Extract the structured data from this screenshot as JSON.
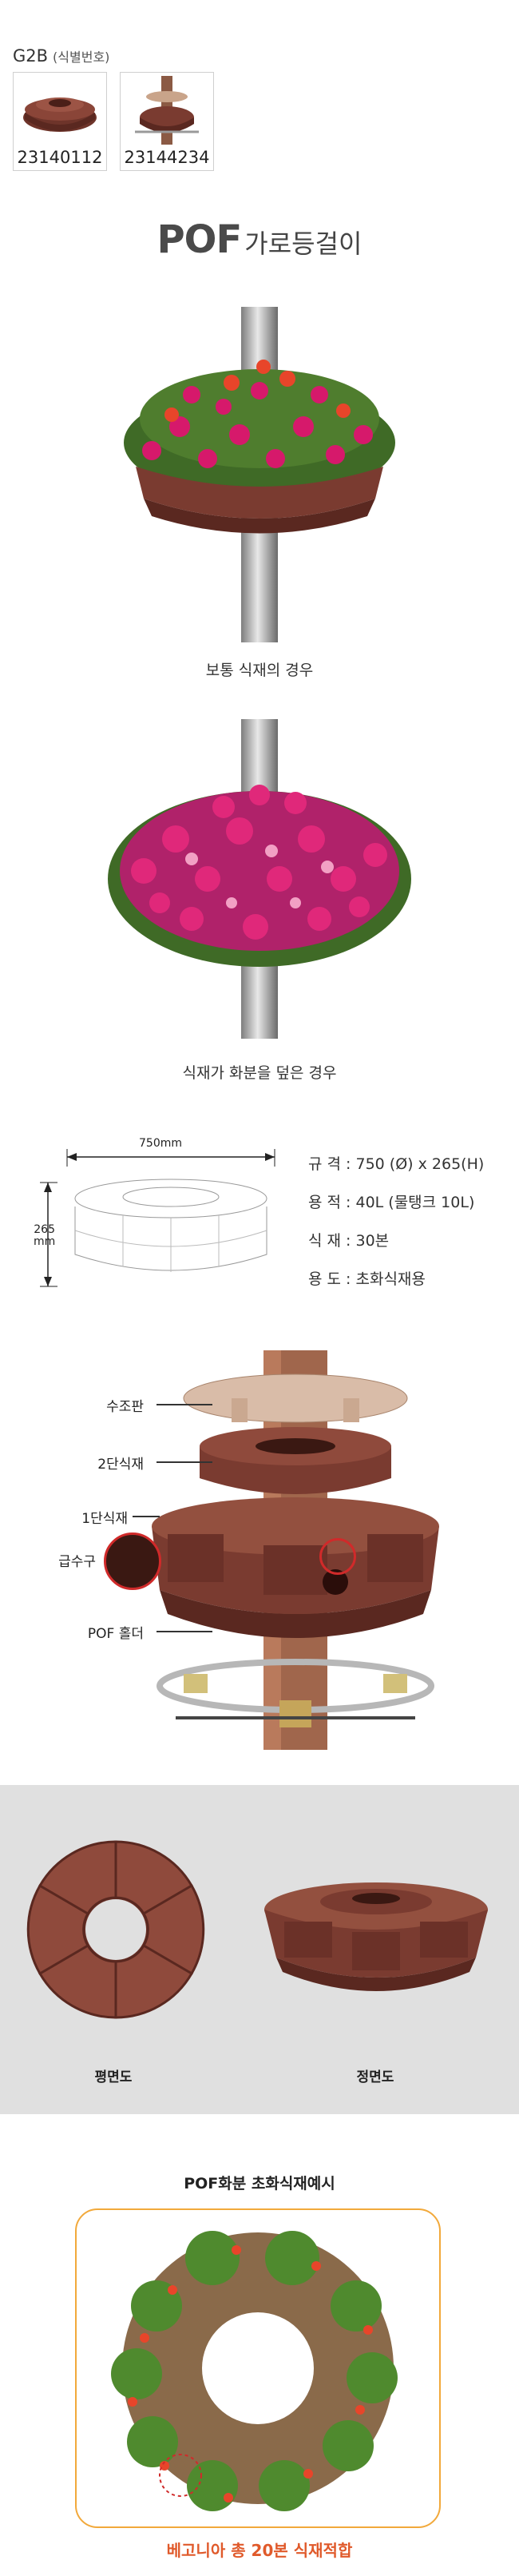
{
  "header": {
    "code": "G2B",
    "code_note": "(식별번호)",
    "thumbnails": [
      {
        "id": "23140112",
        "icon": "planter-thumbnail-icon"
      },
      {
        "id": "23144234",
        "icon": "pole-holder-thumbnail-icon"
      }
    ]
  },
  "title": {
    "brand": "POF",
    "rest": "가로등걸이"
  },
  "photos": [
    {
      "caption": "보통 식재의 경우"
    },
    {
      "caption": "식재가 화분을 덮은 경우"
    }
  ],
  "dimensions": {
    "width_label": "750mm",
    "height_label_top": "265",
    "height_label_bottom": "mm"
  },
  "specs": [
    {
      "label": "규 격",
      "value": "750 (Ø) x 265(H)"
    },
    {
      "label": "용 적",
      "value": "40L (물탱크 10L)"
    },
    {
      "label": "식 재",
      "value": "30본"
    },
    {
      "label": "용 도",
      "value": "초화식재용"
    }
  ],
  "parts": [
    {
      "label": "수조판"
    },
    {
      "label": "2단식재"
    },
    {
      "label": "1단식재"
    },
    {
      "label": "급수구"
    },
    {
      "label": "POF 홀더"
    }
  ],
  "views": {
    "top": "평면도",
    "front": "정면도"
  },
  "example": {
    "title": "POF화분 초화식재예시",
    "caption": "베고니아 총 20본 식재적합"
  },
  "colors": {
    "planter": "#7a3b30",
    "planter_dark": "#5a2820",
    "accent": "#f2a93b",
    "caption_red": "#e05a2b"
  }
}
